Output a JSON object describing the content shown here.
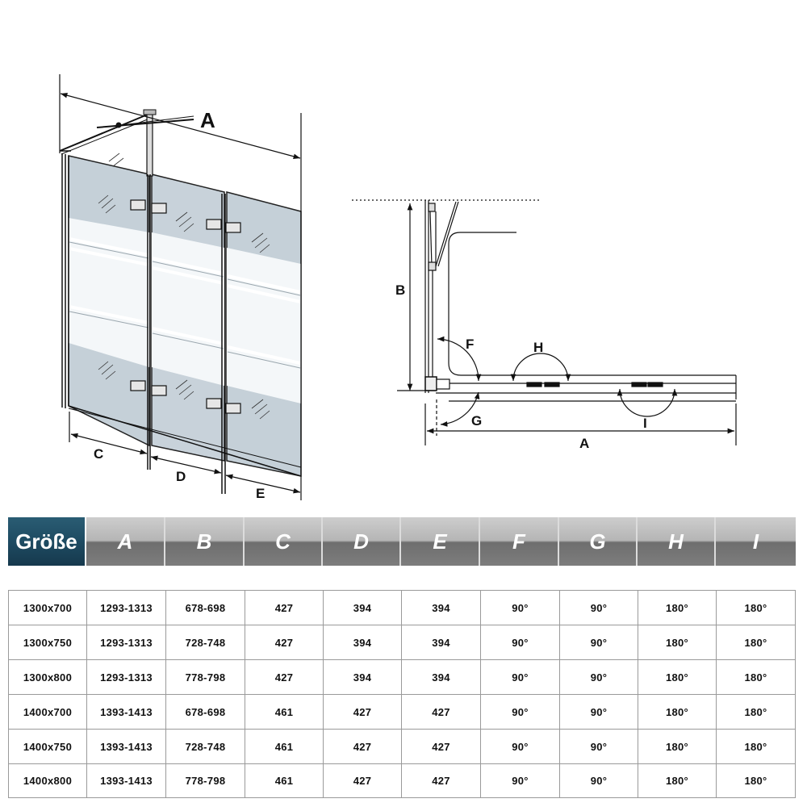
{
  "diagram": {
    "labels": {
      "A_top": "A",
      "C": "C",
      "D": "D",
      "E": "E",
      "B": "B",
      "F": "F",
      "G": "G",
      "H": "H",
      "I": "I",
      "A_bottom": "A"
    }
  },
  "table": {
    "headers": [
      "Größe",
      "A",
      "B",
      "C",
      "D",
      "E",
      "F",
      "G",
      "H",
      "I"
    ],
    "rows": [
      [
        "1300x700",
        "1293-1313",
        "678-698",
        "427",
        "394",
        "394",
        "90°",
        "90°",
        "180°",
        "180°"
      ],
      [
        "1300x750",
        "1293-1313",
        "728-748",
        "427",
        "394",
        "394",
        "90°",
        "90°",
        "180°",
        "180°"
      ],
      [
        "1300x800",
        "1293-1313",
        "778-798",
        "427",
        "394",
        "394",
        "90°",
        "90°",
        "180°",
        "180°"
      ],
      [
        "1400x700",
        "1393-1413",
        "678-698",
        "461",
        "427",
        "427",
        "90°",
        "90°",
        "180°",
        "180°"
      ],
      [
        "1400x750",
        "1393-1413",
        "728-748",
        "461",
        "427",
        "427",
        "90°",
        "90°",
        "180°",
        "180°"
      ],
      [
        "1400x800",
        "1393-1413",
        "778-798",
        "461",
        "427",
        "427",
        "90°",
        "90°",
        "180°",
        "180°"
      ]
    ]
  }
}
